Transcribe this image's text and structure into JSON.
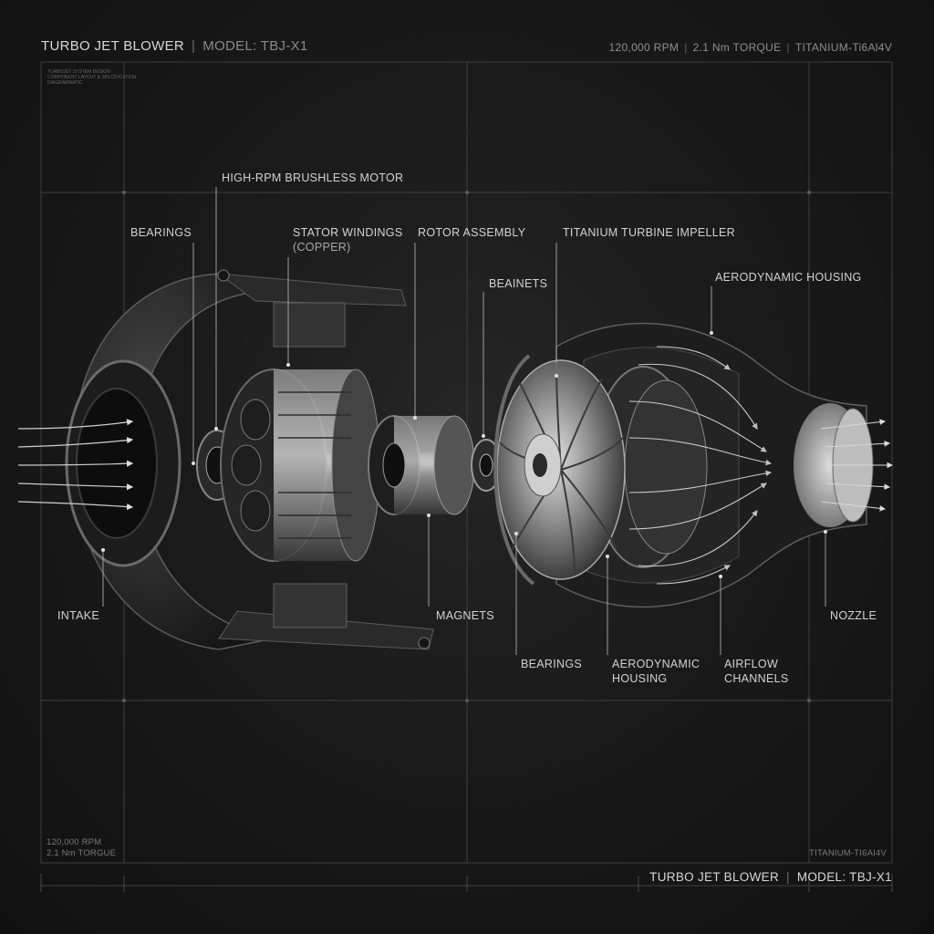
{
  "header": {
    "product": "TURBO JET BLOWER",
    "model": "MODEL: TBJ-X1",
    "specs": [
      "120,000 RPM",
      "2.1 Nm TORQUE",
      "TITANIUM-Ti6Al4V"
    ]
  },
  "fine_print": [
    "TURBOJET SYSTEM DESIGN",
    "COMPONENT LAYOUT & SPECIFICATION",
    "DIAGRAMMATIC"
  ],
  "labels": {
    "motor": "HIGH-RPM BRUSHLESS MOTOR",
    "bearings_top": "BEARINGS",
    "stator": "STATOR WINDINGS",
    "stator_sub": "(COPPER)",
    "rotor": "ROTOR ASSEMBLY",
    "impeller": "TITANIUM TURBINE IMPELLER",
    "beainets": "BEAINETS",
    "housing_top": "AERODYNAMIC HOUSING",
    "intake": "INTAKE",
    "magnets": "MAGNETS",
    "nozzle": "NOZZLE",
    "bearings_bottom": "BEARINGS",
    "housing_bottom_1": "AERODYNAMIC",
    "housing_bottom_2": "HOUSING",
    "airflow_1": "AIRFLOW",
    "airflow_2": "CHANNELS"
  },
  "footer": {
    "rpm": "120,000 RPM",
    "torque": "2.1 Nm TORGUE",
    "material": "TITANIUM-TI6AI4V",
    "product": "TURBO JET BLOWER",
    "model": "MODEL: TBJ-X1"
  }
}
